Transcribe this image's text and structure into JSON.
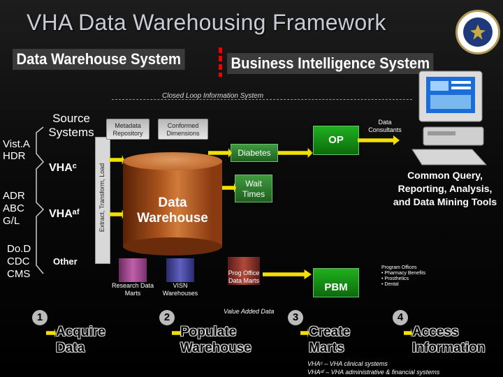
{
  "title": "VHA Data Warehousing Framework",
  "headers": {
    "left": "Data Warehouse System",
    "right": "Business Intelligence System"
  },
  "closed_loop": "Closed Loop Information System",
  "sources": {
    "heading": "Source Systems",
    "vista": "Vist.A HDR",
    "adr": "ADR ABC G/L",
    "dod": "Do.D CDC CMS",
    "vhac": "VHAᶜ",
    "vhaaf": "VHAᵃᶠ",
    "other": "Other"
  },
  "etl": "Extract, Transform, Load",
  "metadata": "Metadata Repository",
  "conformed": "Conformed Dimensions",
  "warehouse": "Data Warehouse",
  "marts": {
    "diabetes": "Diabetes",
    "wait": "Wait Times",
    "research": "Research Data Marts",
    "visn": "VISN Warehouses",
    "prog": "Prog Office Data Marts"
  },
  "op": "OP",
  "pbm": "PBM",
  "value_added": "Value Added Data",
  "data_consultants": "Data Consultants",
  "tools": "Common Query, Reporting, Analysis, and Data Mining Tools",
  "program_offices": [
    "Program Offices",
    "• Pharmacy Benefits",
    "• Prosthetics",
    "• Dental"
  ],
  "steps": [
    {
      "num": "1",
      "label": "Acquire Data"
    },
    {
      "num": "2",
      "label": "Populate Warehouse"
    },
    {
      "num": "3",
      "label": "Create Marts"
    },
    {
      "num": "4",
      "label": "Access Information"
    }
  ],
  "footnotes": [
    "VHAᶜ – VHA clinical systems",
    "VHAᵃᶠ – VHA administrative & financial systems"
  ]
}
